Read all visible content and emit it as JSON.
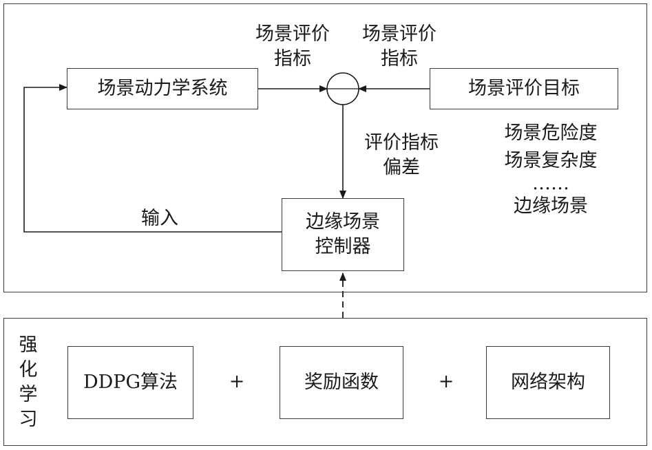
{
  "top_panel": {
    "dynamics_box": "场景动力学系统",
    "target_box": "场景评价目标",
    "controller_box_line1": "边缘场景",
    "controller_box_line2": "控制器",
    "left_label_line1": "场景评价",
    "left_label_line2": "指标",
    "right_label_line1": "场景评价",
    "right_label_line2": "指标",
    "deviation_line1": "评价指标",
    "deviation_line2": "偏差",
    "input_label": "输入",
    "target_list": [
      "场景危险度",
      "场景复杂度",
      "……",
      "边缘场景"
    ]
  },
  "bottom_panel": {
    "side_label": [
      "强",
      "化",
      "学",
      "习"
    ],
    "components": [
      "DDPG算法",
      "奖励函数",
      "网络架构"
    ],
    "plus_1": "+",
    "plus_2": "+"
  }
}
